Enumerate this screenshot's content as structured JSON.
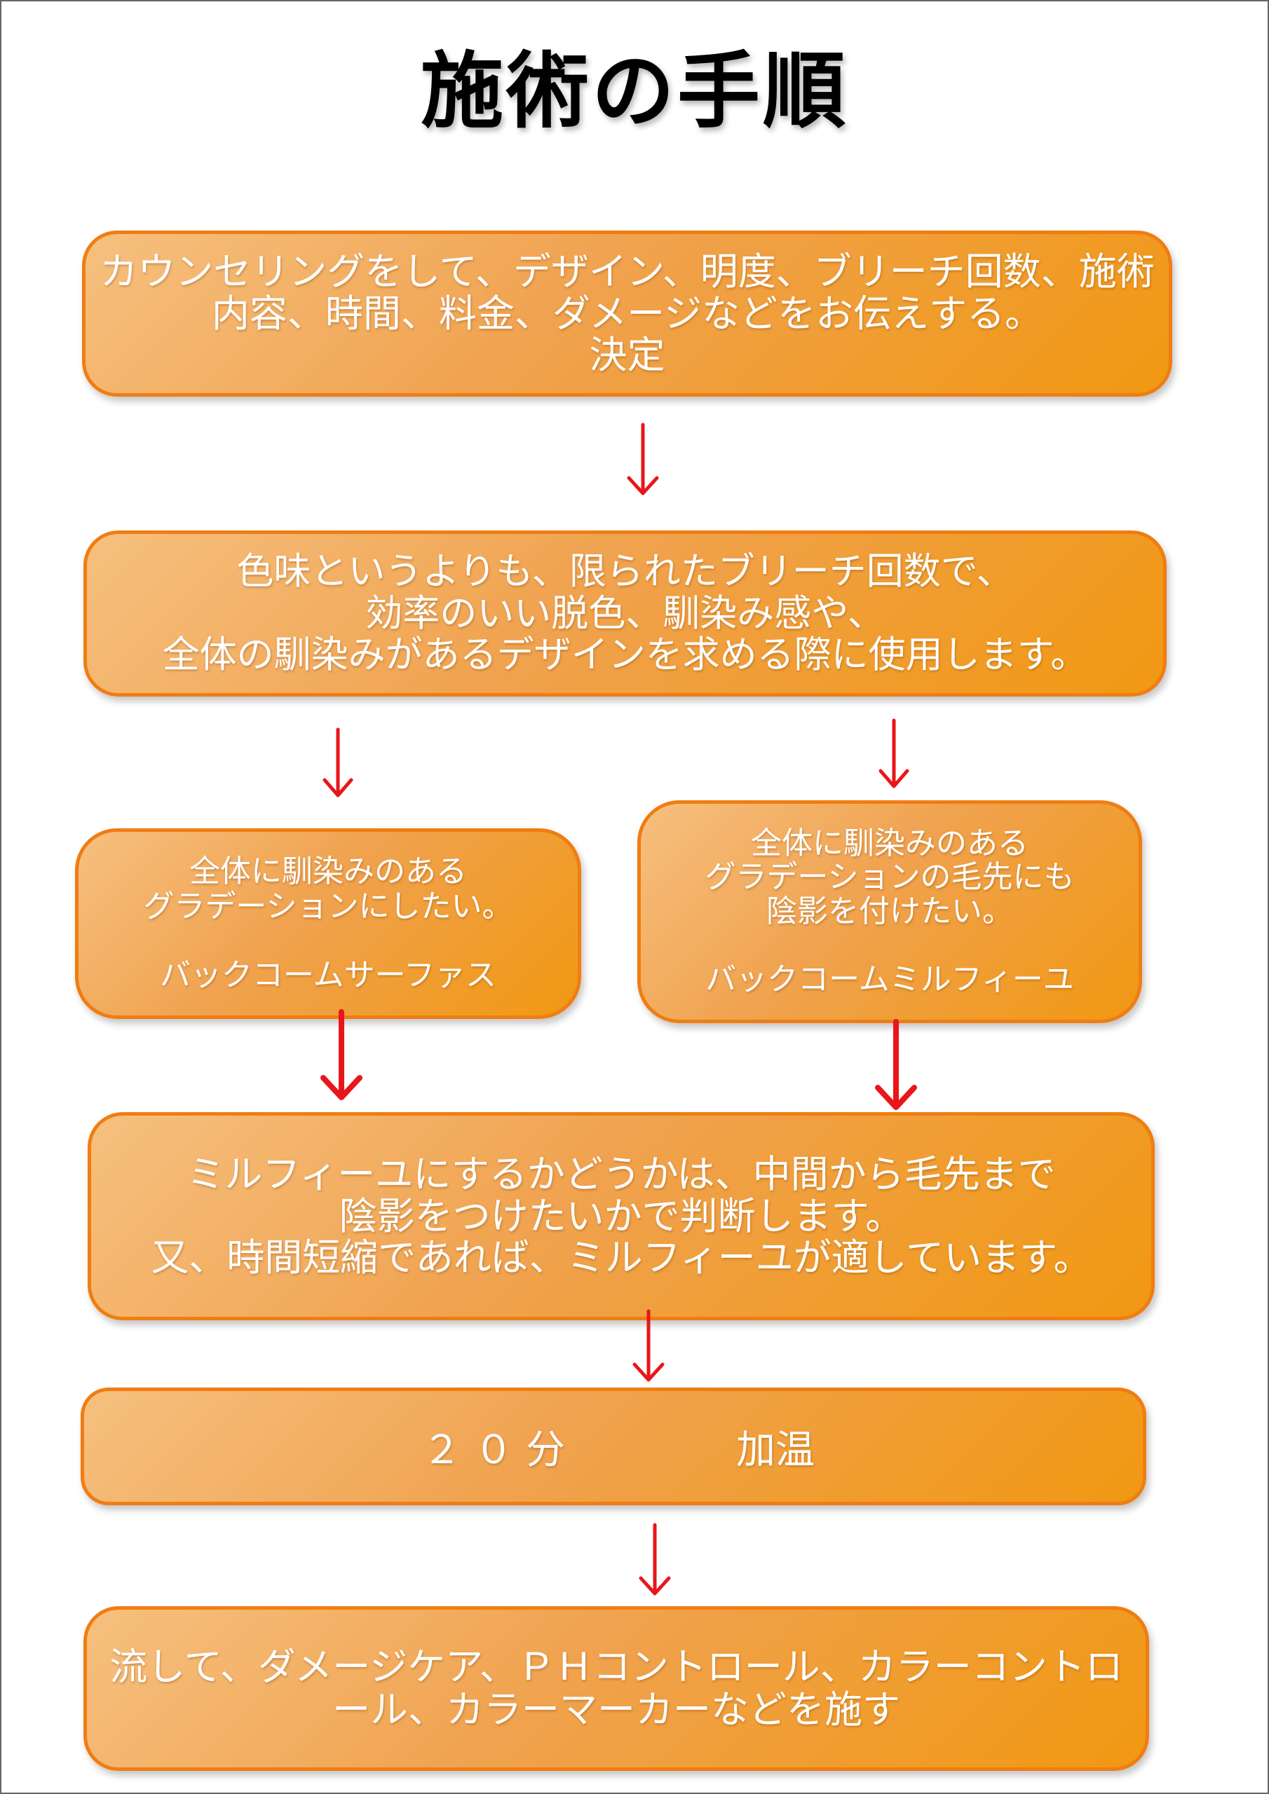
{
  "title": "施術の手順",
  "steps": {
    "counseling": {
      "lines": [
        "カウンセリングをして、デザイン、明度、ブリーチ回数、施術",
        "内容、時間、料金、ダメージなどをお伝えする。",
        "決定"
      ]
    },
    "purpose": {
      "lines": [
        "色味というよりも、限られたブリーチ回数で、",
        "効率のいい脱色、馴染み感や、",
        "全体の馴染みがあるデザインを求める際に使用します。"
      ]
    },
    "surface": {
      "lines": [
        "全体に馴染みのある",
        "グラデーションにしたい。",
        "",
        "バックコームサーファス"
      ]
    },
    "millefeuille": {
      "lines": [
        "全体に馴染みのある",
        "グラデーションの毛先にも",
        "陰影を付けたい。",
        "",
        "バックコームミルフィーユ"
      ]
    },
    "judgement": {
      "lines": [
        "ミルフィーユにするかどうかは、中間から毛先まで",
        "陰影をつけたいかで判断します。",
        "又、時間短縮であれば、ミルフィーユが適しています。"
      ]
    },
    "heat": {
      "time": "２０分",
      "action": "加温"
    },
    "finish": {
      "lines": [
        "流して、ダメージケア、ＰＨコントロール、カラーコントロ",
        "ール、カラーマーカーなどを施す"
      ]
    }
  },
  "colors": {
    "box_border": "#f07d12",
    "box_fill_light": "#f6c07f",
    "box_fill_dark": "#f19812",
    "arrow": "#e8161b",
    "text": "#ffffff"
  }
}
